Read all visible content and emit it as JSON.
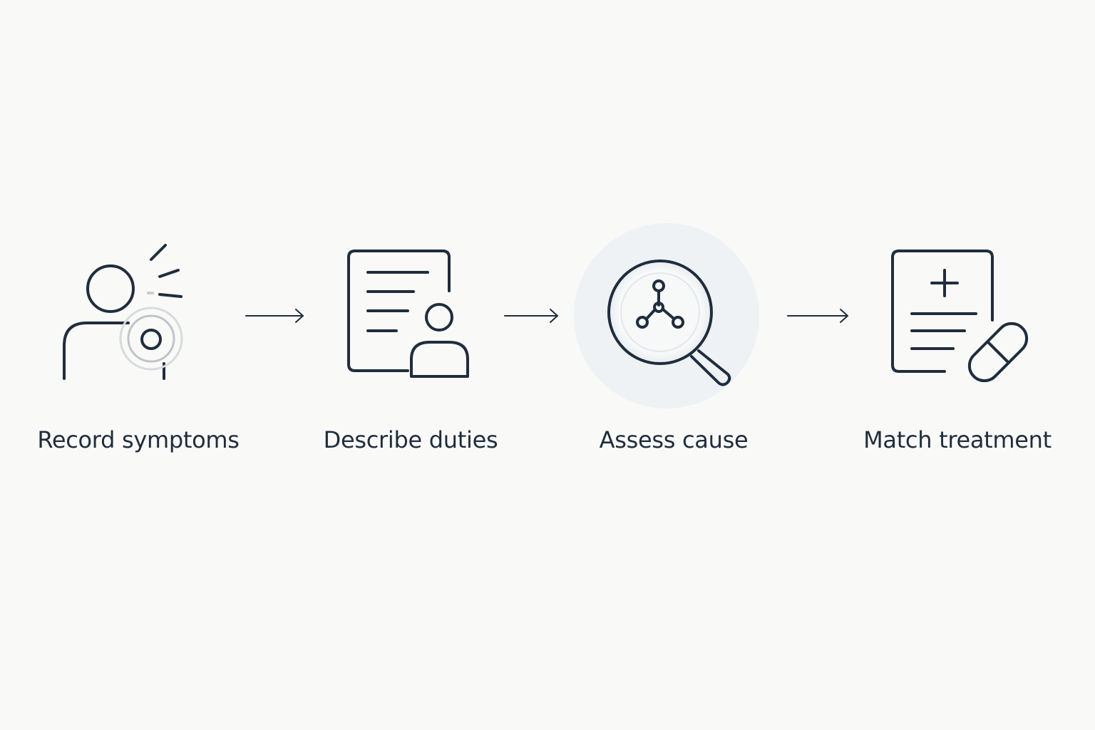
{
  "steps": [
    {
      "label": "Record symptoms",
      "icon": "person-pain-icon"
    },
    {
      "label": "Describe duties",
      "icon": "document-person-icon"
    },
    {
      "label": "Assess cause",
      "icon": "magnifier-network-icon",
      "highlighted": true
    },
    {
      "label": "Match treatment",
      "icon": "prescription-pill-icon"
    }
  ],
  "colors": {
    "stroke": "#1f2d3d",
    "background": "#f9f9f7",
    "highlight_circle": "#eef2f5"
  }
}
